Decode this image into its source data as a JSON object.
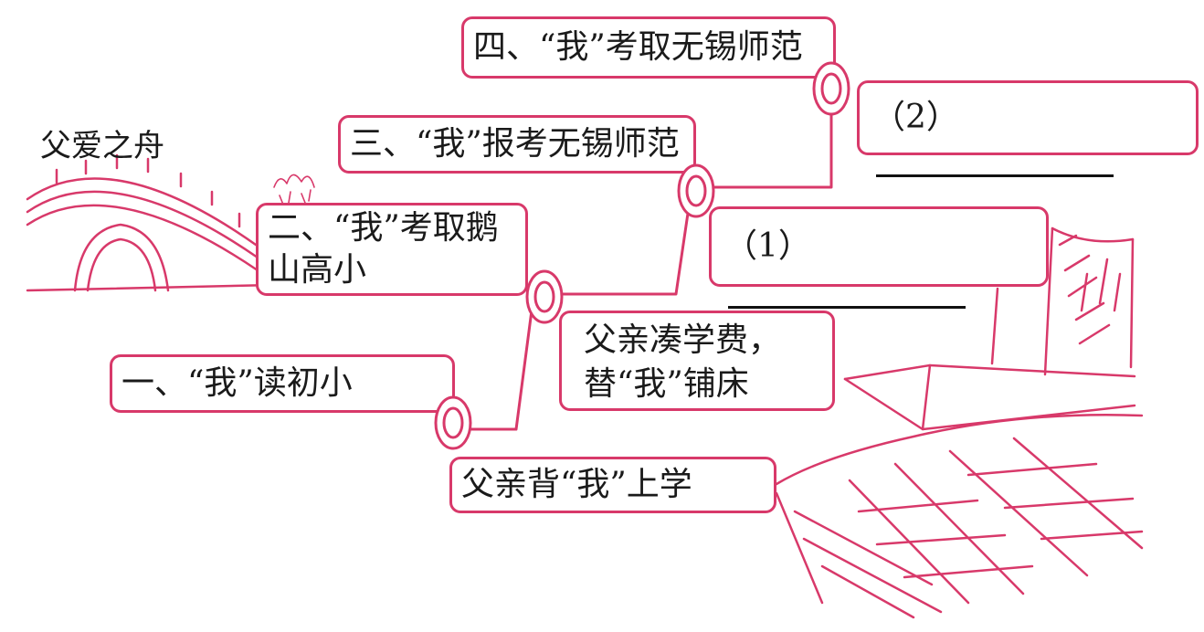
{
  "title": "父爱之舟",
  "nodes": {
    "n1": {
      "text": "一、“我”读初小",
      "detail": "父亲背“我”上学"
    },
    "n2": {
      "line1": "二、“我”考取鹅",
      "line2": "山高小",
      "detail_line1": "父亲凑学费，",
      "detail_line2": "替“我”铺床"
    },
    "n3": {
      "text": "三、“我”报考无锡师范",
      "detail_prefix": "（1）"
    },
    "n4": {
      "text": "四、“我”考取无锡师范",
      "detail_prefix": "（2）"
    }
  },
  "colors": {
    "accent": "#d8396a",
    "text": "#1a1a1a"
  }
}
